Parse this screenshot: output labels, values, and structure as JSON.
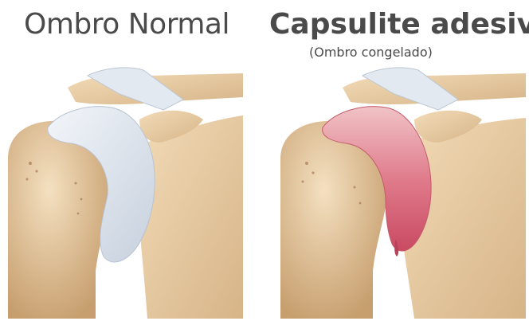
{
  "panels": {
    "left": {
      "title": "Ombro Normal"
    },
    "right": {
      "title": "Capsulite adesiva",
      "subtitle": "(Ombro congelado)"
    }
  },
  "colors": {
    "bone": "#e8cfa8",
    "bone_shadow": "#c9a579",
    "capsule_normal": "#e6ecf2",
    "capsule_inflamed": "#d9687a",
    "text": "#4a4a4a"
  }
}
